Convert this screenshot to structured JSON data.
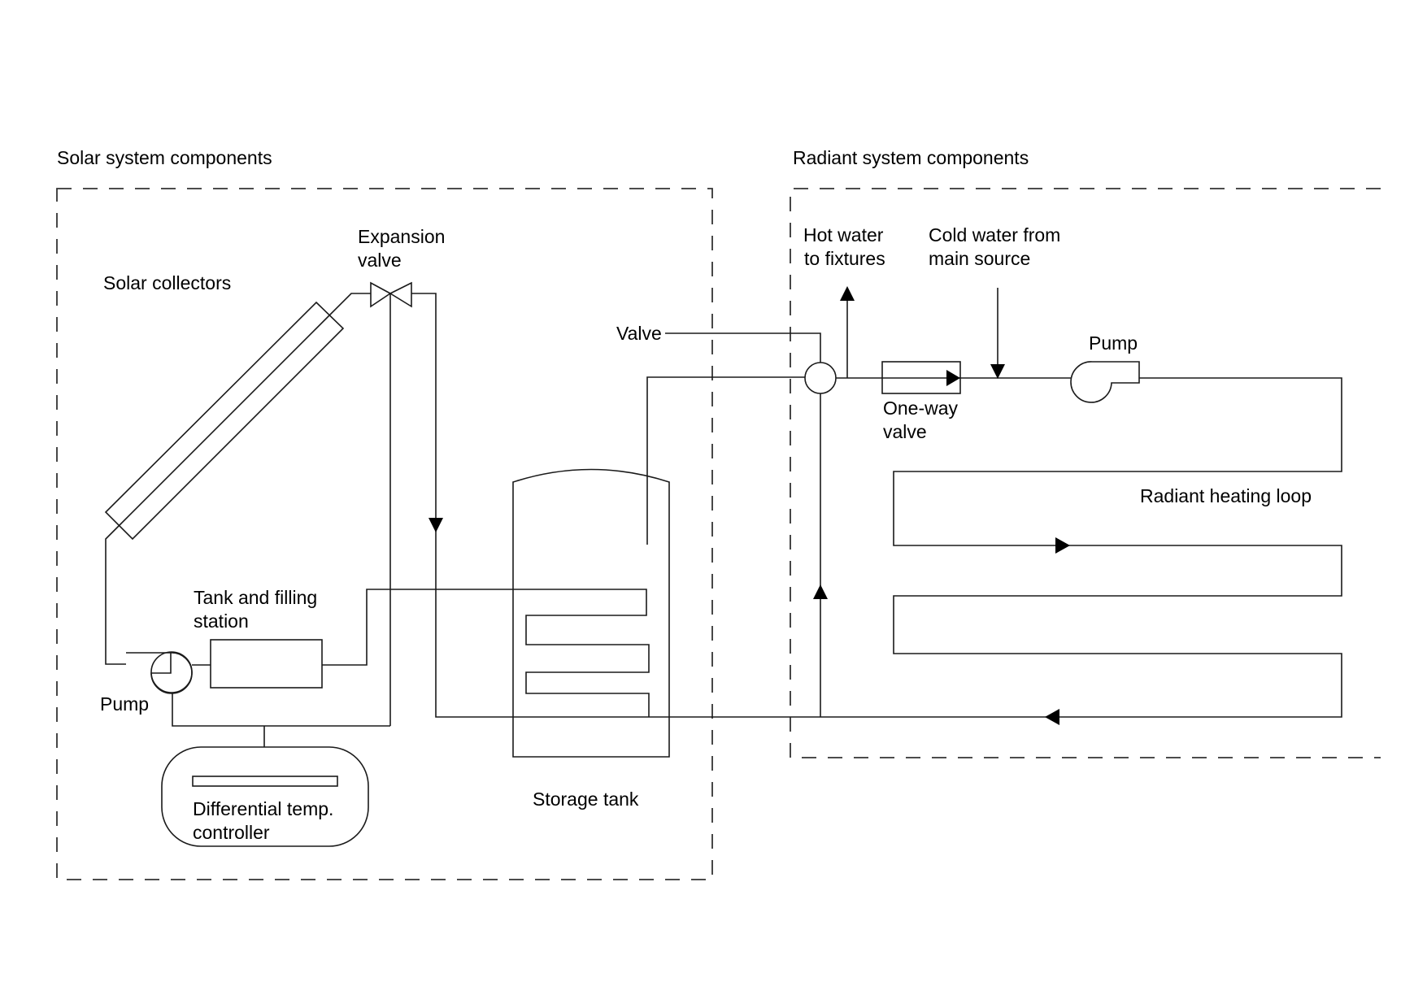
{
  "groups": {
    "solar": {
      "title": "Solar system components"
    },
    "radiant": {
      "title": "Radiant system components"
    }
  },
  "labels": {
    "solar_collectors": "Solar collectors",
    "expansion_valve_line1": "Expansion",
    "expansion_valve_line2": "valve",
    "tank_filling_line1": "Tank and filling",
    "tank_filling_line2": "station",
    "pump_solar": "Pump",
    "controller_line1": "Differential temp.",
    "controller_line2": "controller",
    "storage_tank": "Storage tank",
    "valve": "Valve",
    "hot_water_line1": "Hot water",
    "hot_water_line2": "to fixtures",
    "cold_water_line1": "Cold water from",
    "cold_water_line2": "main source",
    "one_way_line1": "One-way",
    "one_way_line2": "valve",
    "pump_radiant": "Pump",
    "radiant_loop": "Radiant heating loop"
  },
  "colors": {
    "line": "#1a1a1a",
    "background": "#ffffff"
  }
}
